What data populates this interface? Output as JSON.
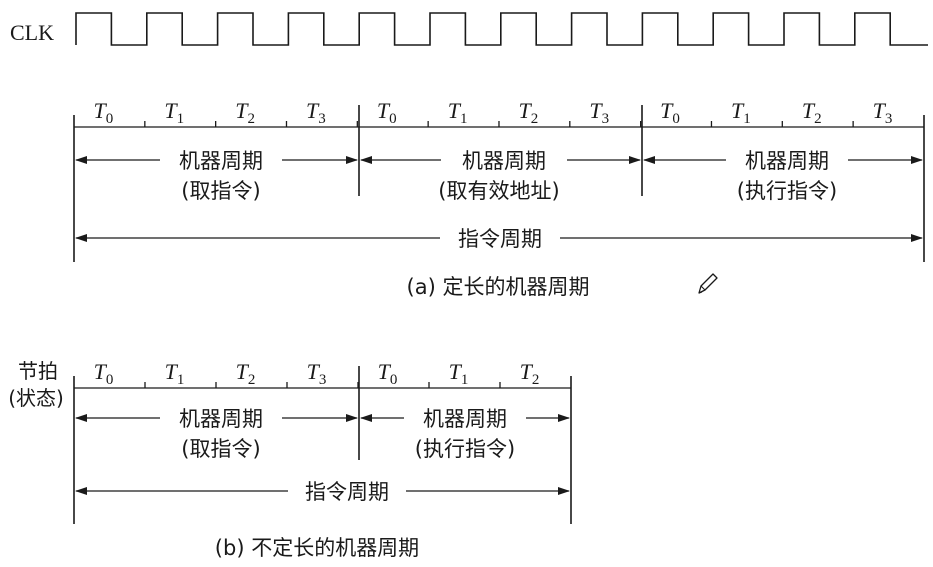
{
  "clock": {
    "label": "CLK"
  },
  "part_a": {
    "beats": [
      {
        "base": "T",
        "sub": "0"
      },
      {
        "base": "T",
        "sub": "1"
      },
      {
        "base": "T",
        "sub": "2"
      },
      {
        "base": "T",
        "sub": "3"
      },
      {
        "base": "T",
        "sub": "0"
      },
      {
        "base": "T",
        "sub": "1"
      },
      {
        "base": "T",
        "sub": "2"
      },
      {
        "base": "T",
        "sub": "3"
      },
      {
        "base": "T",
        "sub": "0"
      },
      {
        "base": "T",
        "sub": "1"
      },
      {
        "base": "T",
        "sub": "2"
      },
      {
        "base": "T",
        "sub": "3"
      }
    ],
    "machine_cycles": [
      {
        "title": "机器周期",
        "desc": "(取指令)"
      },
      {
        "title": "机器周期",
        "desc": "(取有效地址)"
      },
      {
        "title": "机器周期",
        "desc": "(执行指令)"
      }
    ],
    "instruction_cycle": "指令周期",
    "caption": "(a) 定长的机器周期"
  },
  "part_b": {
    "row_label_line1": "节拍",
    "row_label_line2": "(状态)",
    "beats": [
      {
        "base": "T",
        "sub": "0"
      },
      {
        "base": "T",
        "sub": "1"
      },
      {
        "base": "T",
        "sub": "2"
      },
      {
        "base": "T",
        "sub": "3"
      },
      {
        "base": "T",
        "sub": "0"
      },
      {
        "base": "T",
        "sub": "1"
      },
      {
        "base": "T",
        "sub": "2"
      }
    ],
    "machine_cycles": [
      {
        "title": "机器周期",
        "desc": "(取指令)"
      },
      {
        "title": "机器周期",
        "desc": "(执行指令)"
      }
    ],
    "instruction_cycle": "指令周期",
    "caption": "(b) 不定长的机器周期"
  },
  "icons": {
    "edit": "pencil-icon"
  }
}
